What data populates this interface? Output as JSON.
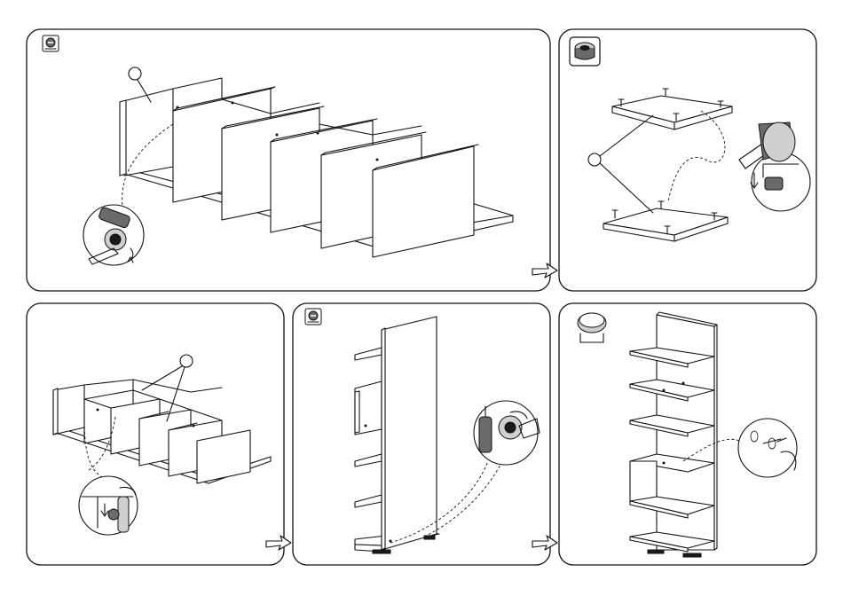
{
  "document": {
    "steps": [
      {
        "id": "step-1",
        "tool_icon": "cam-lock-icon",
        "part_callout": "round-callout"
      },
      {
        "id": "step-2",
        "tool_icon": "cam-fitting-icon",
        "part_callout": "round-callout",
        "tool": "hammer-icon"
      },
      {
        "id": "step-3",
        "part_callout": "round-callout"
      },
      {
        "id": "step-4",
        "tool_icon": "cam-lock-icon"
      },
      {
        "id": "step-5",
        "tool_icon": "wall-anchor-icon"
      }
    ],
    "next_arrows": [
      "arrow-step-1-to-2",
      "arrow-step-3-to-4",
      "arrow-step-4-to-5"
    ],
    "colors": {
      "line": "#111111",
      "background": "#ffffff",
      "shade": "#6a6a6a"
    }
  }
}
